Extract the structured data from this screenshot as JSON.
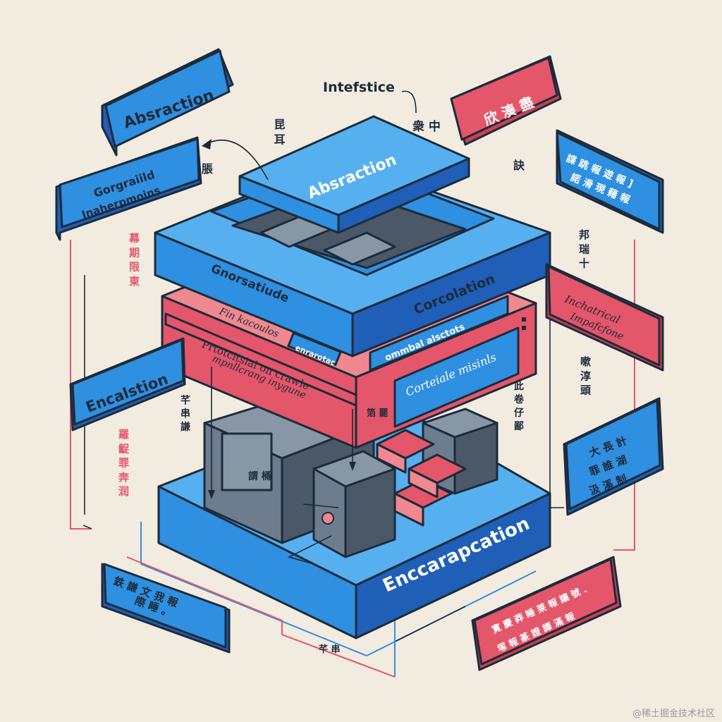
{
  "diagram": {
    "labels": {
      "abstraction_tag": "Absraction",
      "interface_caption": "Intefstice",
      "interface_glyph": "衆 中",
      "top_right_red_tag": "欣 湊 盡",
      "generalized_tag_line1": "Gorgraiild",
      "generalized_tag_line2": "Inaherpmoins",
      "right_blue_tag_line1": "諜 跳 報 遊 報 ]",
      "right_blue_tag_line2": "諾 滑 現 藉 報",
      "top_layer_title": "Absraction",
      "left_top_glyph": "昆 耳",
      "left_arrow_glyph": "脹",
      "right_upper_glyph": "訣",
      "left_vertical_glyphs": "幕 期 限 東",
      "right_vertical_glyphs": "邦 瑞 十",
      "top_layer_left_face": "Gnorsatiude",
      "top_layer_right_face": "Corcolation",
      "red_layer_stripe": "Fin kacoulos",
      "red_layer_text_line1": "Prtotcitsial on crawle",
      "red_layer_text_line2": "mpnllcrang inygune",
      "red_layer_blue_chip": "enrarotac",
      "red_layer_right_chip1": "ommbal alsctots",
      "red_layer_right_chip2": "Corteiale misinls",
      "industrial_tag_line1": "Inchatrical",
      "industrial_tag_line2": "Impafcfone",
      "right_mid_glyphs": "嗽 淳 頭",
      "encalstion_tag": "Encalstion",
      "left_lower_glyphs": "羅 齪 罪 奔 润",
      "left_small_glyph": "芊 串 謙",
      "red_layer_mark": "箔 罷",
      "right_lower_glyph": "此 卷 仔 鄙",
      "right_lower_blue_tag_line1": "大 長 計",
      "right_lower_blue_tag_line2": "罪 誰 湖",
      "right_lower_blue_tag_line3": "汲 溪 制",
      "block_label": "謂 桶",
      "base_label": "Enccarapcation",
      "bottom_left_tag_line1": "鉄 謙 文 我 報",
      "bottom_left_tag_line2": "際 睡 。",
      "bottom_right_tag_line1": "寛 慶 莽 睡 莱 報 讓 號 ．",
      "bottom_right_tag_line2": "塚 報 篆 證 譯 滿 報",
      "bottom_glyph": "芊 串",
      "watermark": "@稀土掘金技术社区"
    }
  },
  "colors": {
    "background": "#f2ebe0",
    "blue": "#2f8fe0",
    "blue_dark": "#1f5fb8",
    "blue_light": "#56b0f0",
    "red": "#e4566a",
    "red_light": "#f08890",
    "grey": "#6d7d8d",
    "grey_dark": "#4a5867",
    "outline": "#1c2b3a"
  }
}
